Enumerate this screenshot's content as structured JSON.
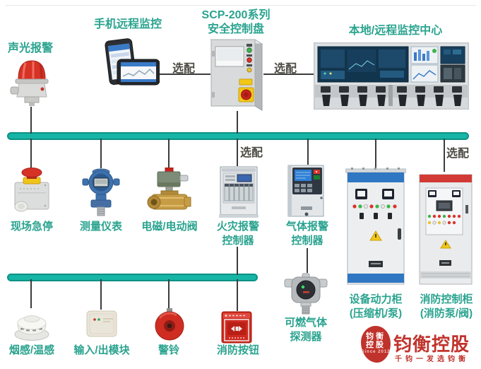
{
  "colors": {
    "bus_fill": "#17b5a6",
    "bus_border": "#0b9186",
    "label_teal": "#2aa38f",
    "optional_text": "#4c4b43",
    "connector": "#3c3c3c",
    "logo_red": "#c0332c"
  },
  "top": {
    "alarm_label": "声光报警",
    "phone_label": "手机远程监控",
    "panel_label_line1": "SCP-200系列",
    "panel_label_line2": "安全控制盘",
    "center_label": "本地/远程监控中心"
  },
  "optional": {
    "phone_link": "选配",
    "center_link": "选配",
    "fire_ctrl_link": "选配",
    "fire_cabinet_link": "选配"
  },
  "middle": {
    "items": [
      {
        "l1": "现场急停"
      },
      {
        "l1": "测量仪表"
      },
      {
        "l1": "电磁/电动阀"
      },
      {
        "l1": "火灾报警",
        "l2": "控制器"
      },
      {
        "l1": "气体报警",
        "l2": "控制器"
      },
      {
        "l1": "设备动力柜",
        "l2": "(压缩机/泵)"
      },
      {
        "l1": "消防控制柜",
        "l2": "(消防泵/阀)"
      }
    ]
  },
  "bottom": {
    "items": [
      {
        "l1": "烟感/温感"
      },
      {
        "l1": "输入/出模块"
      },
      {
        "l1": "警铃"
      },
      {
        "l1": "消防按钮"
      },
      {
        "l1": "可燃气体",
        "l2": "探测器"
      }
    ]
  },
  "logo": {
    "seal_line1": "钧衡",
    "seal_line2": "控股",
    "seal_sub": "Since 2012",
    "name": "钧衡控股",
    "tagline": "千钧一发选钧衡"
  }
}
